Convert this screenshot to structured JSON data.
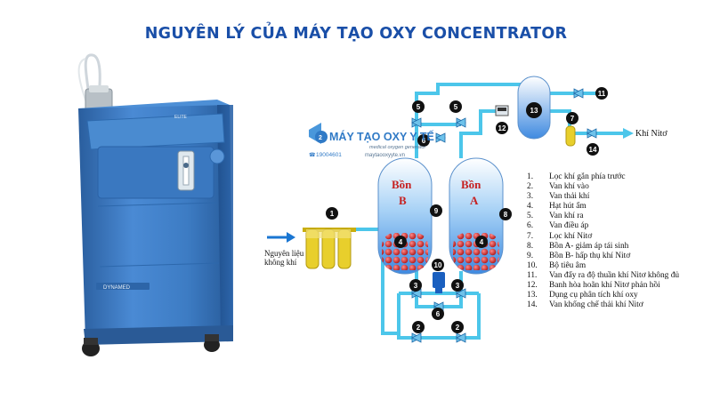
{
  "title": "NGUYÊN LÝ CỦA MÁY TẠO OXY CONCENTRATOR",
  "device": {
    "top_label": "ELITE",
    "brand": "DYNAMED"
  },
  "watermark": {
    "name": "MÁY TẠO OXY Y TẾ",
    "tagline": "medical oxygen generator",
    "phone": "19004601",
    "website": "maytaooxyyte.vn"
  },
  "diagram": {
    "input_label_line1": "Nguyên liệu",
    "input_label_line2": "không khí",
    "output_label": "Khí Nitơ",
    "tank_b_line1": "Bồn",
    "tank_b_line2": "B",
    "tank_a_line1": "Bồn",
    "tank_a_line2": "A",
    "markers": [
      "1",
      "2",
      "3",
      "4",
      "5",
      "6",
      "7",
      "8",
      "9",
      "10",
      "11",
      "12",
      "13",
      "14"
    ]
  },
  "legend": [
    {
      "num": "1.",
      "text": "Lọc khí gắn phía trước"
    },
    {
      "num": "2.",
      "text": "Van khí vào"
    },
    {
      "num": "3.",
      "text": "Van thải khí"
    },
    {
      "num": "4.",
      "text": "Hạt hút ẩm"
    },
    {
      "num": "5.",
      "text": "Van khí ra"
    },
    {
      "num": "6.",
      "text": "Van điều áp"
    },
    {
      "num": "7.",
      "text": "Lọc khí Nitơ"
    },
    {
      "num": "8.",
      "text": "Bồn A- giảm áp tái sinh"
    },
    {
      "num": "9.",
      "text": "Bồn B- hấp thụ khí Nitơ"
    },
    {
      "num": "10.",
      "text": "Bộ tiêu âm"
    },
    {
      "num": "11.",
      "text": "Van đẩy ra độ thuần khí Nitơ không đủ"
    },
    {
      "num": "12.",
      "text": "Banh hòa hoãn khí Nitơ phản hồi"
    },
    {
      "num": "13.",
      "text": "Dụng cụ phân tích khí oxy"
    },
    {
      "num": "14.",
      "text": "Van khống chế thải khí Nitơ"
    }
  ],
  "colors": {
    "title": "#1a4fa8",
    "pipe": "#4cc6ea",
    "tank": "#6fa8e8",
    "device_body": "#3b79c4",
    "marker": "#111111",
    "beads": "#d42a2a",
    "filter": "#e4c820"
  }
}
